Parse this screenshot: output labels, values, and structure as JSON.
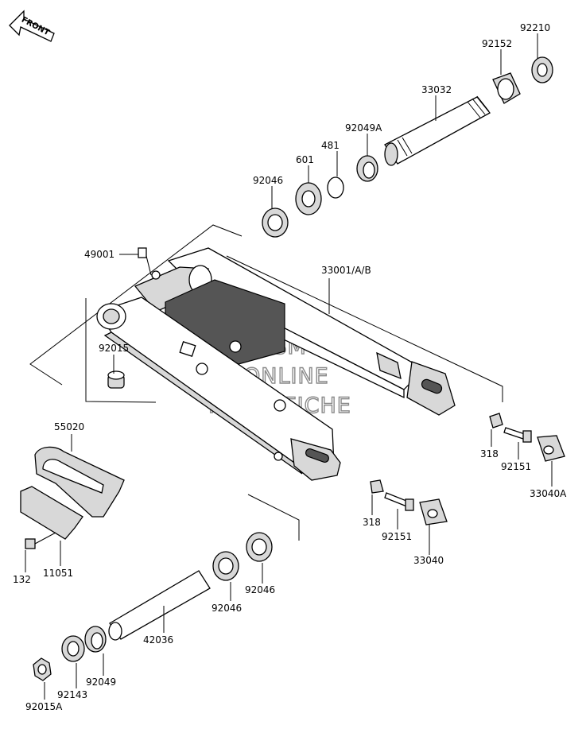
{
  "front_label": "FRONT",
  "watermark": [
    "HLSM'S",
    "ONLINE",
    "MICROFICHE"
  ],
  "labels": {
    "p92210": "92210",
    "p92152": "92152",
    "p33032": "33032",
    "p92049A": "92049A",
    "p481": "481",
    "p601": "601",
    "p92046_top": "92046",
    "p49001": "49001",
    "p33001": "33001/A/B",
    "p92015": "92015",
    "p55020": "55020",
    "p318_right": "318",
    "p92151_right": "92151",
    "p33040A": "33040A",
    "p318_left": "318",
    "p92151_left": "92151",
    "p33040": "33040",
    "p132": "132",
    "p11051": "11051",
    "p92046_mid_right": "92046",
    "p92046_mid_left": "92046",
    "p42036": "42036",
    "p92049": "92049",
    "p92143": "92143",
    "p92015A": "92015A"
  }
}
